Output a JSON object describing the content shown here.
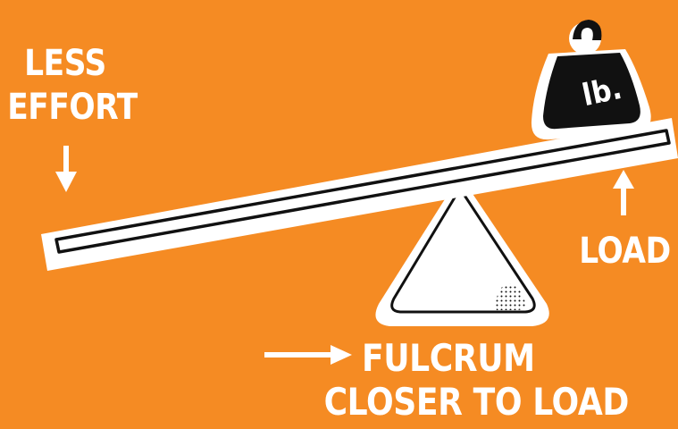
{
  "labels": {
    "effort_line1": "LESS",
    "effort_line2": "EFFORT",
    "load": "LOAD",
    "fulcrum_line1": "FULCRUM",
    "fulcrum_line2": "CLOSER TO LOAD",
    "weight": "lb."
  },
  "colors": {
    "background": "#f58b23",
    "foreground": "#ffffff",
    "ink": "#111111"
  },
  "icons": {
    "effort_arrow": "arrow-down-icon",
    "load_arrow": "arrow-up-icon",
    "fulcrum_arrow": "arrow-right-icon",
    "weight": "weight-icon"
  }
}
